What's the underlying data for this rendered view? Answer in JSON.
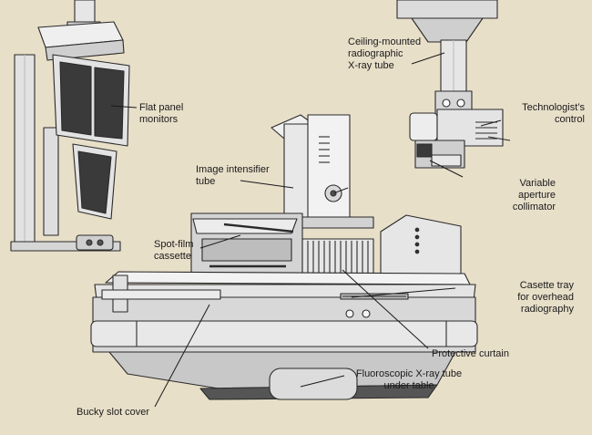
{
  "labels": {
    "flat_panel_monitors": "Flat panel\nmonitors",
    "ceiling_xray_tube": "Ceiling-mounted\nradiographic\nX-ray tube",
    "technologist_control": "Technologist’s\ncontrol",
    "variable_collimator": "Variable\naperture\ncollimator",
    "image_intensifier": "Image intensifier\ntube",
    "spot_film_cassette": "Spot-film\ncassette",
    "cassette_tray": "Casette tray\nfor overhead\nradiography",
    "protective_curtain": "Protective curtain",
    "fluoroscopic_tube": "Fluoroscopic X-ray tube\nunder table",
    "bucky_slot_cover": "Bucky slot cover"
  },
  "colors": {
    "background": "#e8dfc9",
    "equipment_light": "#efefef",
    "equipment_mid": "#d4d4d4",
    "equipment_dark": "#9a9a9a",
    "screen": "#3a3a3a",
    "outline": "#2a2a2a"
  }
}
